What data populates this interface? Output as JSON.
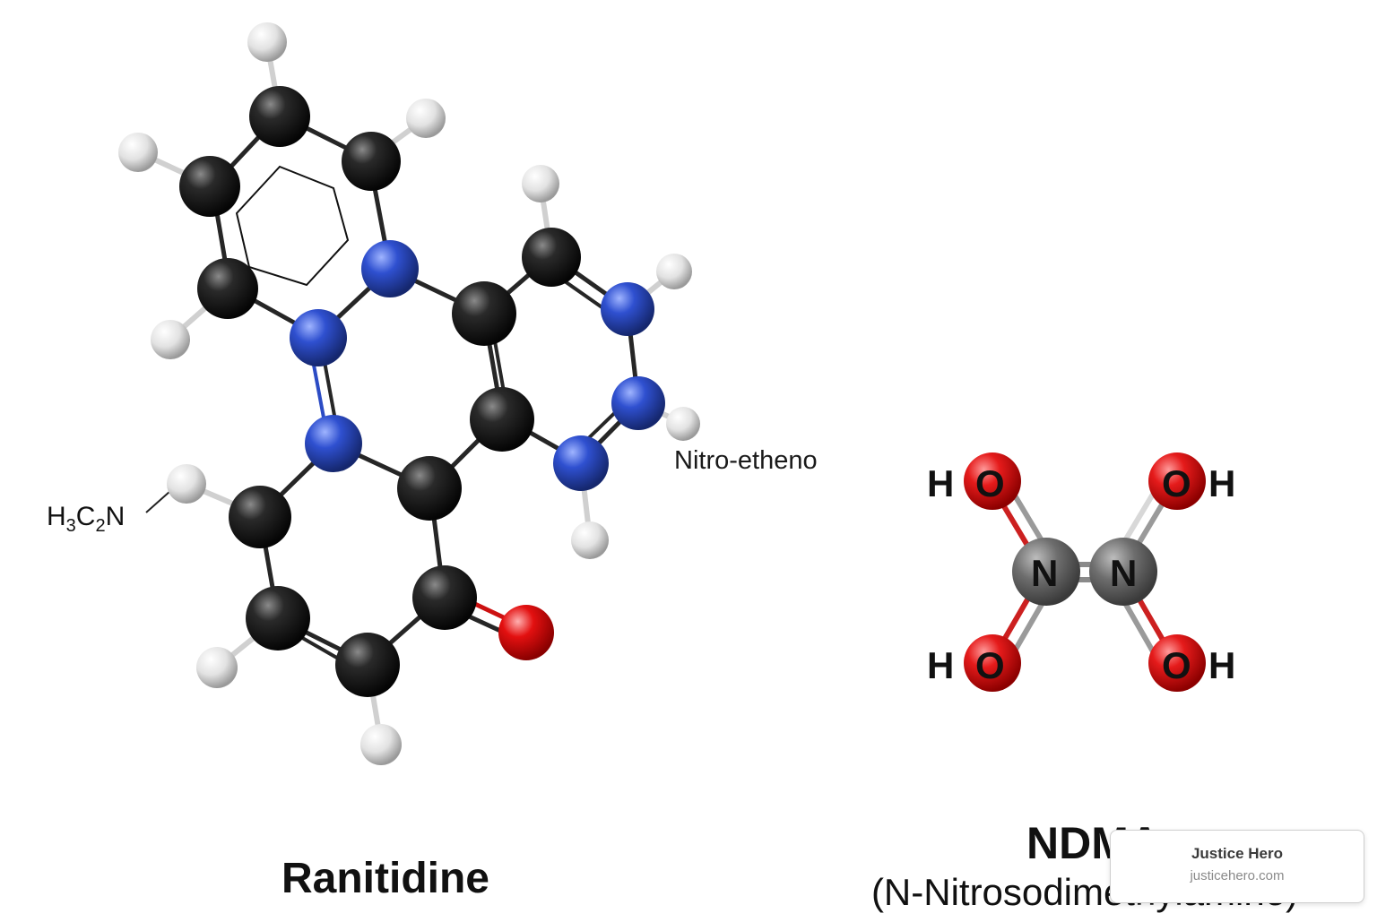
{
  "ranitidine": {
    "title": "Ranitidine",
    "side_label": {
      "prefix": "H",
      "sub1": "3",
      "mid": "C",
      "sub2": "2",
      "suffix": "N"
    },
    "annotation": "Nitro-etheno"
  },
  "ndma": {
    "title": "NDMA",
    "subtitle": "(N-Nitrosodimethylamine)",
    "atoms": {
      "h_top_left": "H",
      "o_top_left": "O",
      "o_top_right": "O",
      "h_top_right": "H",
      "h_bottom_left": "H",
      "o_bottom_left": "O",
      "o_bottom_right": "O",
      "h_bottom_right": "H",
      "n_left": "N",
      "n_right": "N"
    }
  },
  "watermark": {
    "name": "Justice Hero",
    "url": "justicehero.com"
  },
  "colors": {
    "carbon": "#1a1a1a",
    "nitrogen": "#2b4bc4",
    "oxygen": "#e01010",
    "hydrogen": "#e8e8e8",
    "ndma_nitrogen": "#6f6f6f"
  }
}
